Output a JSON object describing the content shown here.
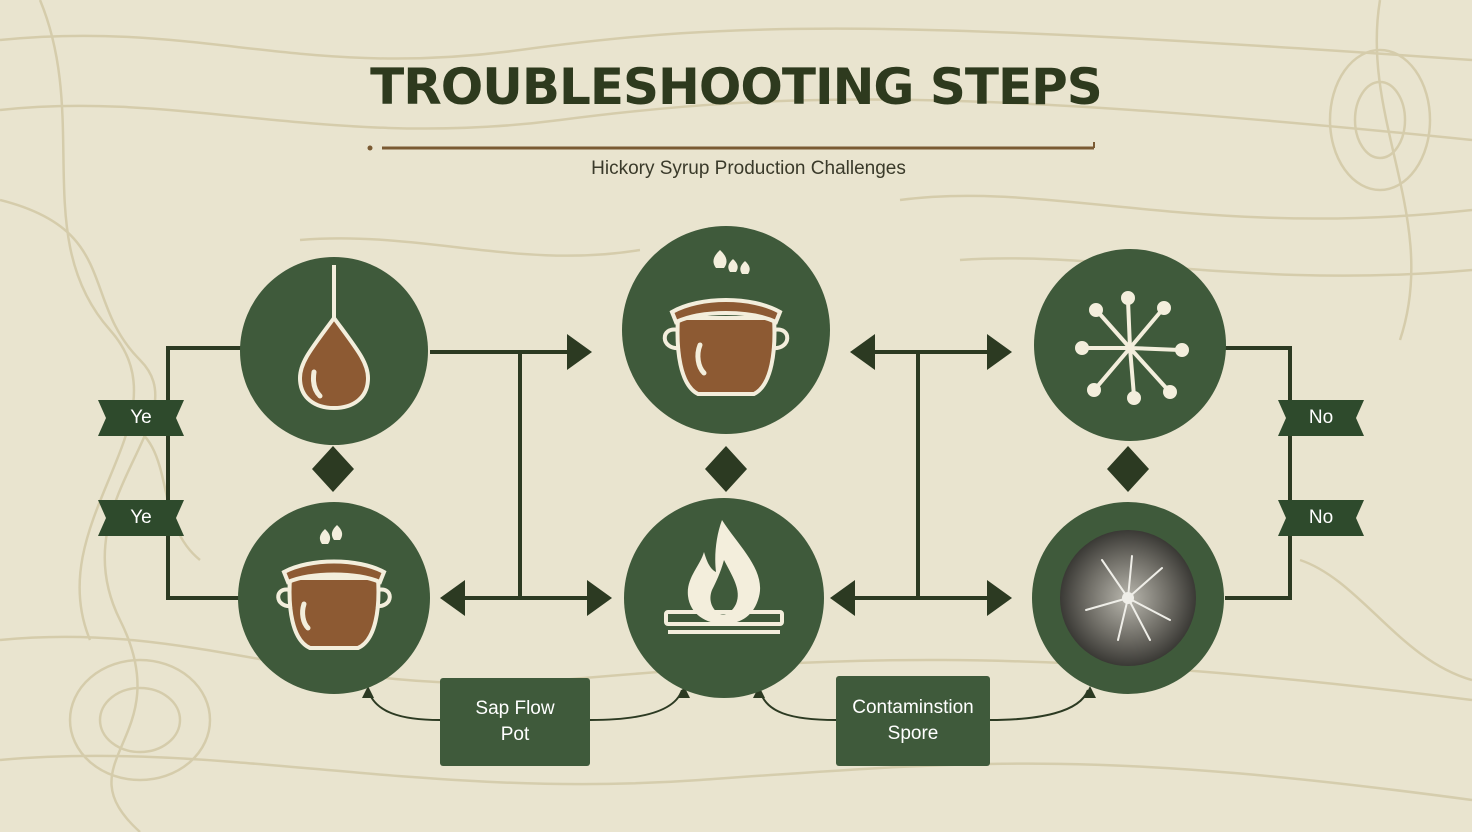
{
  "header": {
    "title": "TROUBLESHOOTING STEPS",
    "subtitle": "Hickory Syrup Production Challenges"
  },
  "branch_tags": {
    "left_top": "Ye",
    "left_bottom": "Ye",
    "right_top": "No",
    "right_bottom": "No"
  },
  "label_boxes": {
    "sap": {
      "line1": "Sap Flow",
      "line2": "Pot"
    },
    "contamination": {
      "line1": "Contaminstion",
      "line2": "Spore"
    }
  },
  "nodes": [
    {
      "icon": "sap-drop-icon"
    },
    {
      "icon": "boiling-pot-icon"
    },
    {
      "icon": "fungus-spore-icon"
    },
    {
      "icon": "steaming-pot-icon"
    },
    {
      "icon": "fire-burner-icon"
    },
    {
      "icon": "mold-contamination-icon"
    }
  ],
  "colors": {
    "background": "#e9e4cf",
    "node_green": "#3f5a3b",
    "line_dark": "#2c3a22",
    "pot_brown": "#8d5a33",
    "divider_brown": "#7a5a33"
  }
}
